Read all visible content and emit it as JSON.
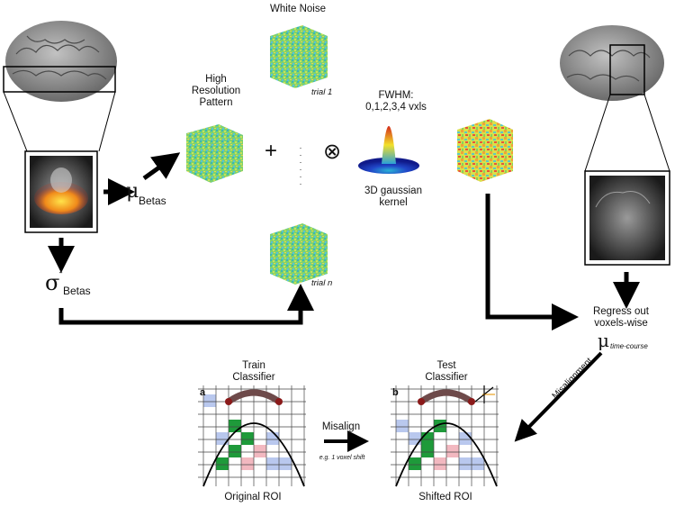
{
  "labels": {
    "white_noise": "White Noise",
    "high_res_pattern": "High\nResolution\nPattern",
    "trial_1": "trial 1",
    "trial_n": "trial n",
    "fwhm": "FWHM:\n0,1,2,3,4 vxls",
    "kernel": "3D gaussian\nkernel",
    "mu_symbol": "μ",
    "betas": "Betas",
    "sigma_symbol": "σ",
    "sigma_sup": "²",
    "regress": "Regress out\nvoxels-wise",
    "time_course": "time-course",
    "misalignment": "Misalignment",
    "train_classifier": "Train\nClassifier",
    "test_classifier": "Test\nClassifier",
    "panel_a": "a",
    "panel_b": "b",
    "misalign": "Misalign",
    "voxel_shift": "e.g. 1 voxel shift",
    "original_roi": "Original ROI",
    "shifted_roi": "Shifted ROI",
    "plus": "+",
    "otimes": "⊗",
    "dots": "·\n·\n·\n·\n·\n·"
  },
  "colors": {
    "arrow": "#000000",
    "brain": "#8e8e8e",
    "noise_green": "#6fd06a",
    "noise_yellow": "#e8e34a",
    "kernel_blue": "#1a2ca8",
    "roi_green": "#1e9a3a",
    "roi_pink": "#f2b8c0",
    "roi_blue": "#b9c8ee",
    "arc": "#6e4a4a"
  }
}
